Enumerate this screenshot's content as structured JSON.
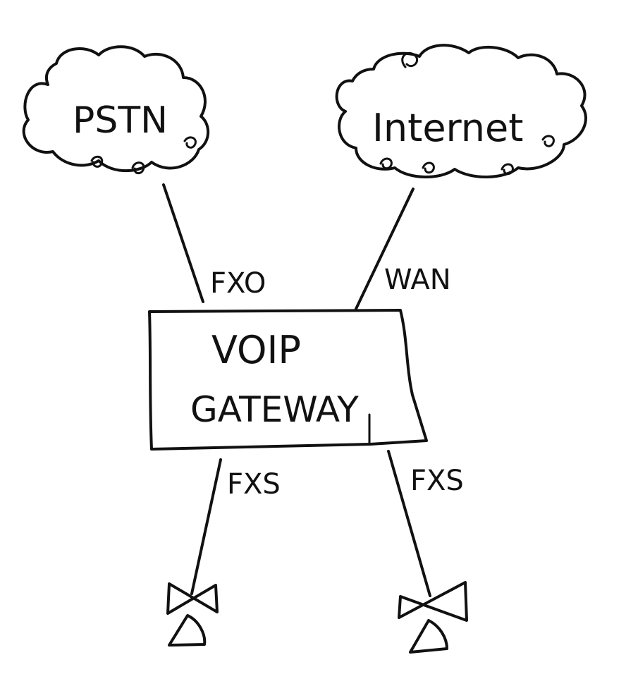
{
  "diagram": {
    "clouds": {
      "pstn": {
        "label": "PSTN"
      },
      "internet": {
        "label": "Internet"
      }
    },
    "gateway": {
      "line1": "VOIP",
      "line2": "GATEWAY"
    },
    "ports": {
      "fxo": "FXO",
      "wan": "WAN",
      "fxs_left": "FXS",
      "fxs_right": "FXS"
    },
    "endpoints": [
      {
        "icon": "telephone-icon"
      },
      {
        "icon": "telephone-icon"
      }
    ],
    "colors": {
      "ink": "#111111",
      "paper": "#ffffff"
    }
  }
}
